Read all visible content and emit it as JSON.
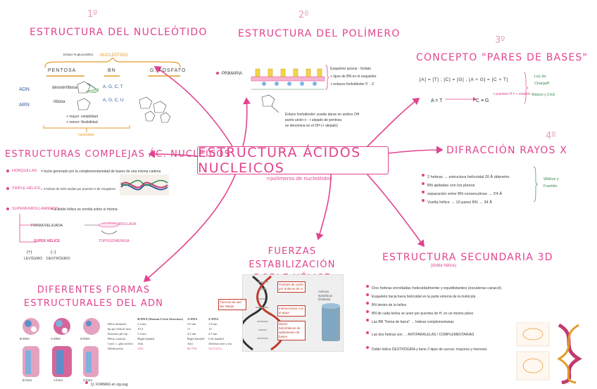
{
  "center": {
    "title": "ESTRUCTURA ÁCIDOS NUCLEICOS",
    "subtitle": "=polímeros de nucleótidos"
  },
  "sections": {
    "nucleotido": {
      "num": "1º",
      "title": "ESTRUCTURA DEL NUCLEÓTIDO",
      "labels": {
        "nucleotido": "NUCLEÓTIDO",
        "pentosa": "PENTOSA",
        "bn": "BN",
        "fosfato": "G. FOSFATO",
        "enlace": "Enlace N-glucosídico",
        "adn": "ADN",
        "arn": "ARN",
        "desoxirribosa": "desoxirribosa",
        "ribosa": "ribosa",
        "bases_adn": "A, G, C, T",
        "bases_arn": "A, G, C, U",
        "mayor": "+ mayor: estabilidad",
        "menor": "+ menor: flexibilidad",
        "nucleotido2": "nucleótido"
      }
    },
    "polimero": {
      "num": "2º",
      "title": "ESTRUCTURA DEL POLÍMERO",
      "labels": {
        "primaria": "PRIMARIA",
        "l1": "Esqueleto azúcar - fosfato",
        "l2": "+ tipos de BN en el esqueleto",
        "l3": "+ enlaces fosfodiéster 5'→3'",
        "l4": "Enlace fosfodiéster: puede darse en ambos OH",
        "l5": "punto unión n - r alejado de pentosa",
        "l6": "se denomina en el OH (+ alejado)"
      }
    },
    "pares": {
      "num": "3º",
      "title": "CONCEPTO \"PARES DE BASES\"",
      "labels": {
        "eq": "[A] = [T] ; [C] = [G] ; [A + G] = [C + T]",
        "ley": "Ley de Chargaff",
        "at": "A = T",
        "cg": "C ≡ G",
        "nota": "+ puentes H = + estable",
        "watson": "Watson y Crick"
      }
    },
    "complejas": {
      "title": "ESTRUCTURAS COMPLEJAS ÁC. NUCLEICOS",
      "labels": {
        "horquillas": "HORQUILLAS",
        "h_desc": "= bucle generado por la complementariedad de bases de una misma cadena",
        "triple": "TRIPLE HÉLICE",
        "t_desc": "= 3 hebras de ADN unidas por puentes H de Hoogsteen",
        "superenr": "SUPERENROLLAMIENTO",
        "s_desc": "= la doble hélice se enrolla sobre sí misma",
        "relajada": "FORMA RELAJADA",
        "super": "SUPERENROLLADA",
        "superh": "SUPER HÉLICE",
        "mas": "(+)",
        "menos": "(−)",
        "levogiro": "LEVÓGIRO",
        "dextrogiro": "DEXTRÓGIRO",
        "topoisomerasa": "TOPOISOMERASA"
      }
    },
    "difraccion": {
      "num": "4º",
      "title": "DIFRACCIÓN RAYOS X",
      "items": [
        "2 hebras → estructura helicoidal  20 Å diámetro",
        "BN apiladas con los planos",
        "separación entre BN consecutivas → 3'4 Å",
        "Vuelta hélice → 10 pares BN → 34 Å"
      ],
      "credit": "Wilkins y Franklin"
    },
    "fuerzas": {
      "title": "FUERZAS ESTABILIZACIÓN DOBLE HÉLICE",
      "labels": {
        "vdw": "Fuerzas de van der Waals",
        "ph": "Puentes de unión por enlaces de H",
        "int": "Interacciones con el agua",
        "hid": "Bases hidrofóbicas de apilamiento de bases",
        "anion": "Aniones hidrofílicos (fosfatos)"
      }
    },
    "secundaria": {
      "title": "ESTRUCTURA SECUNDARIA 3D",
      "subtitle": "(doble hélice)",
      "items": [
        "Dos hebras enrolladas helicoidalmente y equidistantes (escaleras caracol)",
        "Esqueleto hacia fuera helicoidal en la parte externa de la molécula",
        "BN dentro de la hélice",
        "BN de cada hebra se unen por puentes de H, en un mismo plano",
        "Las BN \"forma de barra\" → hebras complementarias",
        "Las dos hebras son → ANTIPARALELAS / COMPLEMENTARIAS",
        "Doble hélice DEXTRÓGIRA y tiene 2 tipos de surcos: mayores y menores"
      ]
    },
    "formas": {
      "title": "DIFERENTES FORMAS ESTRUCTURALES DEL ADN",
      "table_head": [
        "",
        "B-DNA (Watson-Crick Structure)",
        "A-DNA",
        "Z-DNA"
      ],
      "table_rows": [
        [
          "Helix diameter",
          "2.4 nm",
          "2.6 nm",
          "1.8 nm"
        ],
        [
          "bp per helical turn",
          "10.4",
          "11",
          "12"
        ],
        [
          "Rotation per bp",
          "3.4 nm",
          "2.3 nm",
          "4.5 nm"
        ],
        [
          "Helix rotation",
          "Right handed",
          "Right handed",
          "Left handed"
        ],
        [
          "Conf. c. glucosídico",
          "Anti",
          "Anti",
          "Alternas anti y sin"
        ],
        [
          "Moderación",
          "10%",
          "60-75%",
          "ACCGCG"
        ]
      ],
      "footer": "Q: FORMAS en zig-zag",
      "labels": {
        "bdna": "B-DNA",
        "adna": "A-DNA",
        "zdna": "Z-DNA",
        "bform": "B form",
        "aform": "A form",
        "zform": "Z form"
      }
    }
  },
  "colors": {
    "accent": "#e0448f",
    "green": "#3a8a55",
    "blue": "#375a9c",
    "orange": "#e39a2a"
  }
}
